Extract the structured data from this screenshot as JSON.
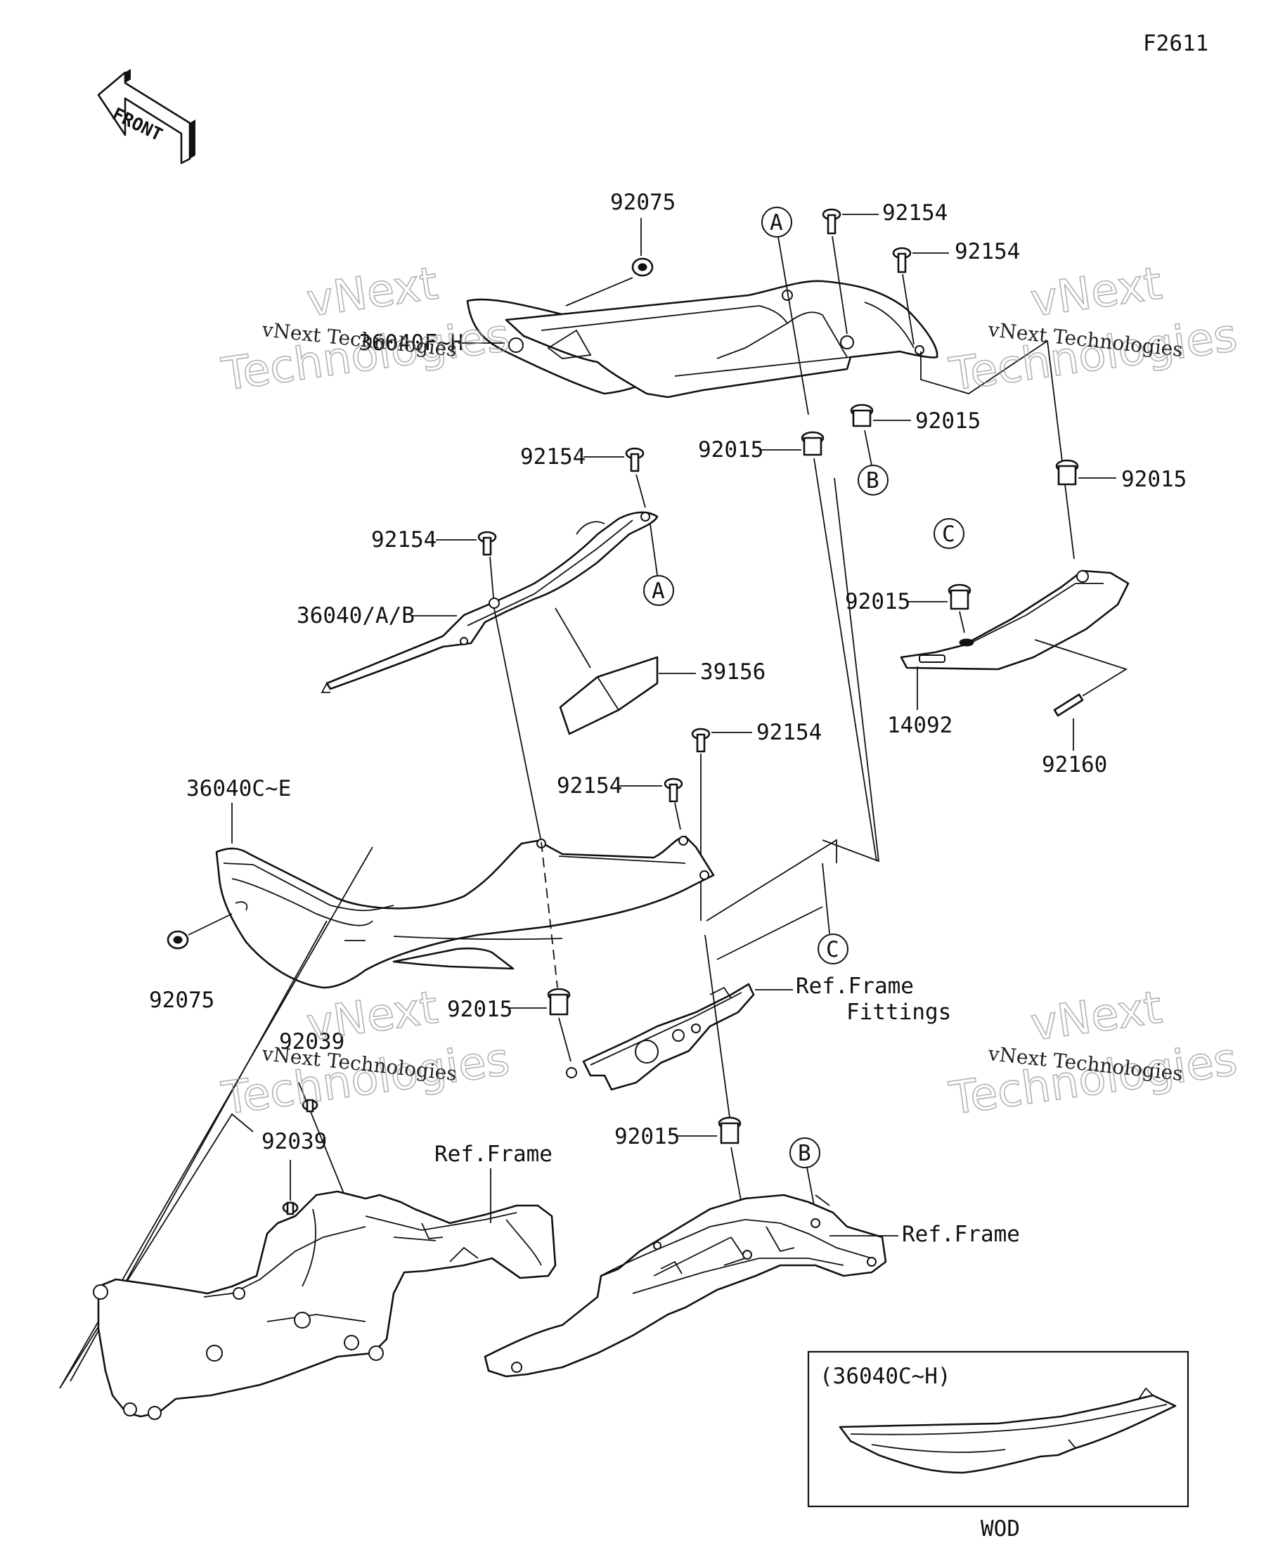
{
  "figure_code": "F2611",
  "front_label": "FRONT",
  "watermark": {
    "line1": "vNext Technologies",
    "big_line1": "vNext",
    "big_line2": "Technologies"
  },
  "callouts": {
    "A": "A",
    "B": "B",
    "C": "C"
  },
  "labels": {
    "p92075_top": "92075",
    "p92154_a": "92154",
    "p92154_b": "92154",
    "p36040F_H": "36040F~H",
    "p92015_a": "92015",
    "p92015_b": "92015",
    "p92015_c": "92015",
    "p92154_c": "92154",
    "p92154_d": "92154",
    "p36040_AB": "36040/A/B",
    "p39156": "39156",
    "p92015_d": "92015",
    "p14092": "14092",
    "p92160": "92160",
    "p92154_e": "92154",
    "p92154_f": "92154",
    "p36040C_E": "36040C~E",
    "p92075_bottom": "92075",
    "p92015_e": "92015",
    "ref_frame_fittings_1": "Ref.Frame",
    "ref_frame_fittings_2": "Fittings",
    "p92039_a": "92039",
    "p92039_b": "92039",
    "ref_frame_left": "Ref.Frame",
    "p92015_f": "92015",
    "ref_frame_right": "Ref.Frame"
  },
  "inset": {
    "label": "(36040C~H)",
    "caption": "WOD"
  }
}
